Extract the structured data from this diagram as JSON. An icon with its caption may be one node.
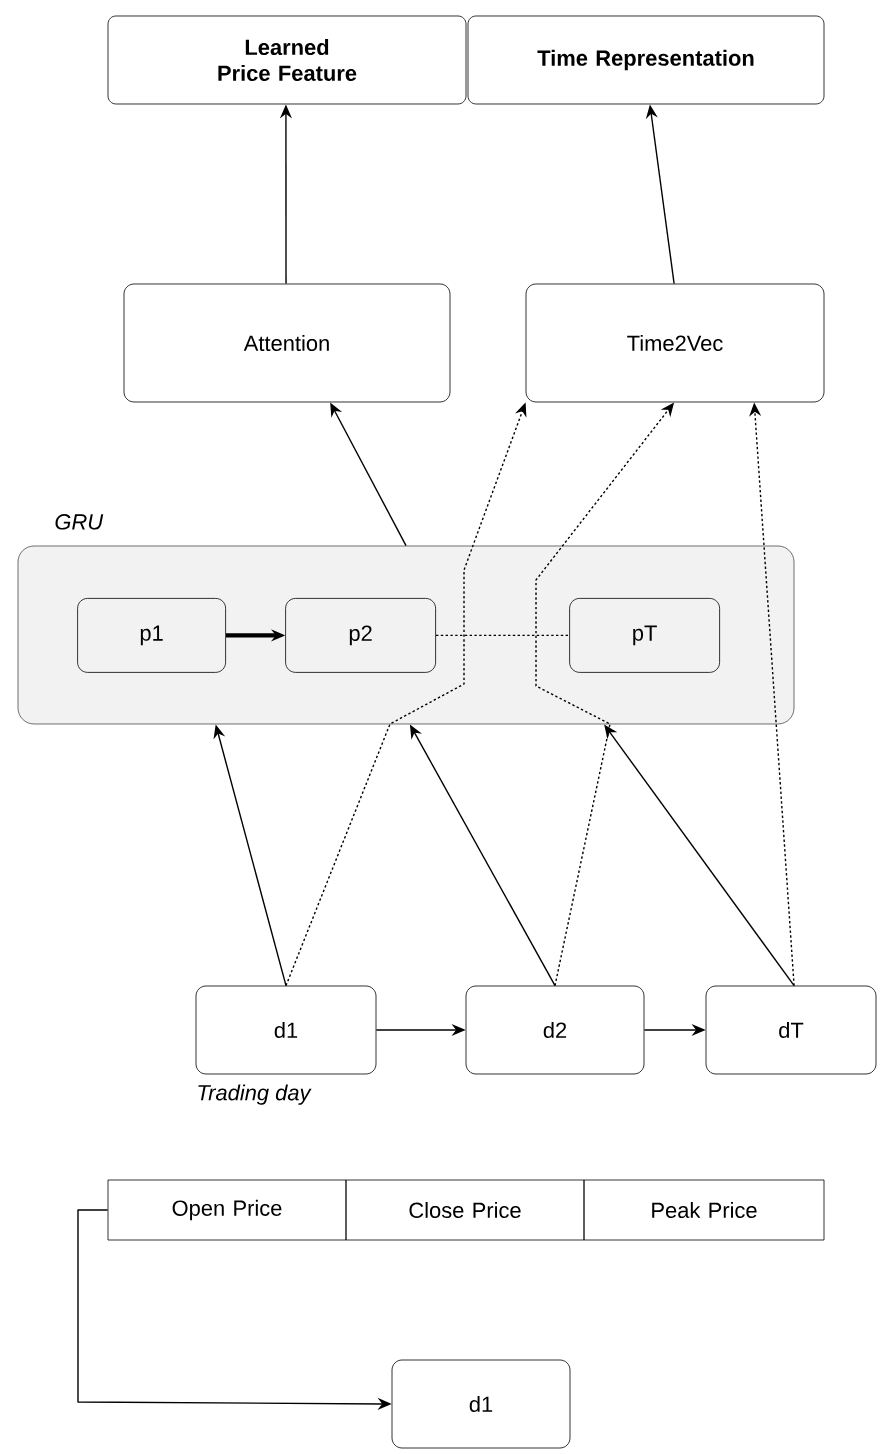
{
  "diagram": {
    "nodes": [
      {
        "text": [
          "Learned Price Feature"
        ]
      },
      {
        "text": [
          "Time Representation"
        ]
      },
      {
        "text": [
          "Attention"
        ]
      },
      {
        "text": [
          "Time2Vec"
        ]
      },
      {
        "text": [
          "GRU"
        ]
      },
      {
        "text": [
          "p1"
        ],
        "in": 4
      },
      {
        "text": [
          "p2"
        ],
        "in": 4
      },
      {
        "text": [
          "pT"
        ],
        "in": 4
      },
      {
        "text": [
          "d1"
        ],
        "beside": [
          "Trading day"
        ]
      },
      {
        "text": [
          "d2"
        ]
      },
      {
        "text": [
          "dT"
        ]
      },
      {
        "text": [
          "Open Price"
        ]
      },
      {
        "text": [
          "Close Price"
        ]
      },
      {
        "text": [
          "Peak Price"
        ]
      },
      {
        "text": [
          "d1"
        ]
      }
    ],
    "edges": [
      {
        "from": 2,
        "to": 0,
        "arrow": "to"
      },
      {
        "from": 3,
        "to": 1,
        "arrow": "to"
      },
      {
        "from": 4,
        "to": 2,
        "arrow": "to"
      },
      {
        "from": 8,
        "to": 3,
        "arrow": "to",
        "style": "dashed"
      },
      {
        "from": 9,
        "to": 3,
        "arrow": "to",
        "style": "dashed"
      },
      {
        "from": 10,
        "to": 3,
        "arrow": "to",
        "style": "dashed"
      },
      {
        "from": 5,
        "to": 6,
        "arrow": "to",
        "style": "thick"
      },
      {
        "from": 6,
        "to": 7,
        "arrow": "none",
        "style": "dashed"
      },
      {
        "from": 8,
        "to": 4,
        "arrow": "to"
      },
      {
        "from": 9,
        "to": 4,
        "arrow": "to"
      },
      {
        "from": 10,
        "to": 4,
        "arrow": "to"
      },
      {
        "from": 8,
        "to": 9,
        "arrow": "to"
      },
      {
        "from": 9,
        "to": 10,
        "arrow": "to"
      },
      {
        "from": 11,
        "to": 14,
        "arrow": "to"
      }
    ]
  }
}
